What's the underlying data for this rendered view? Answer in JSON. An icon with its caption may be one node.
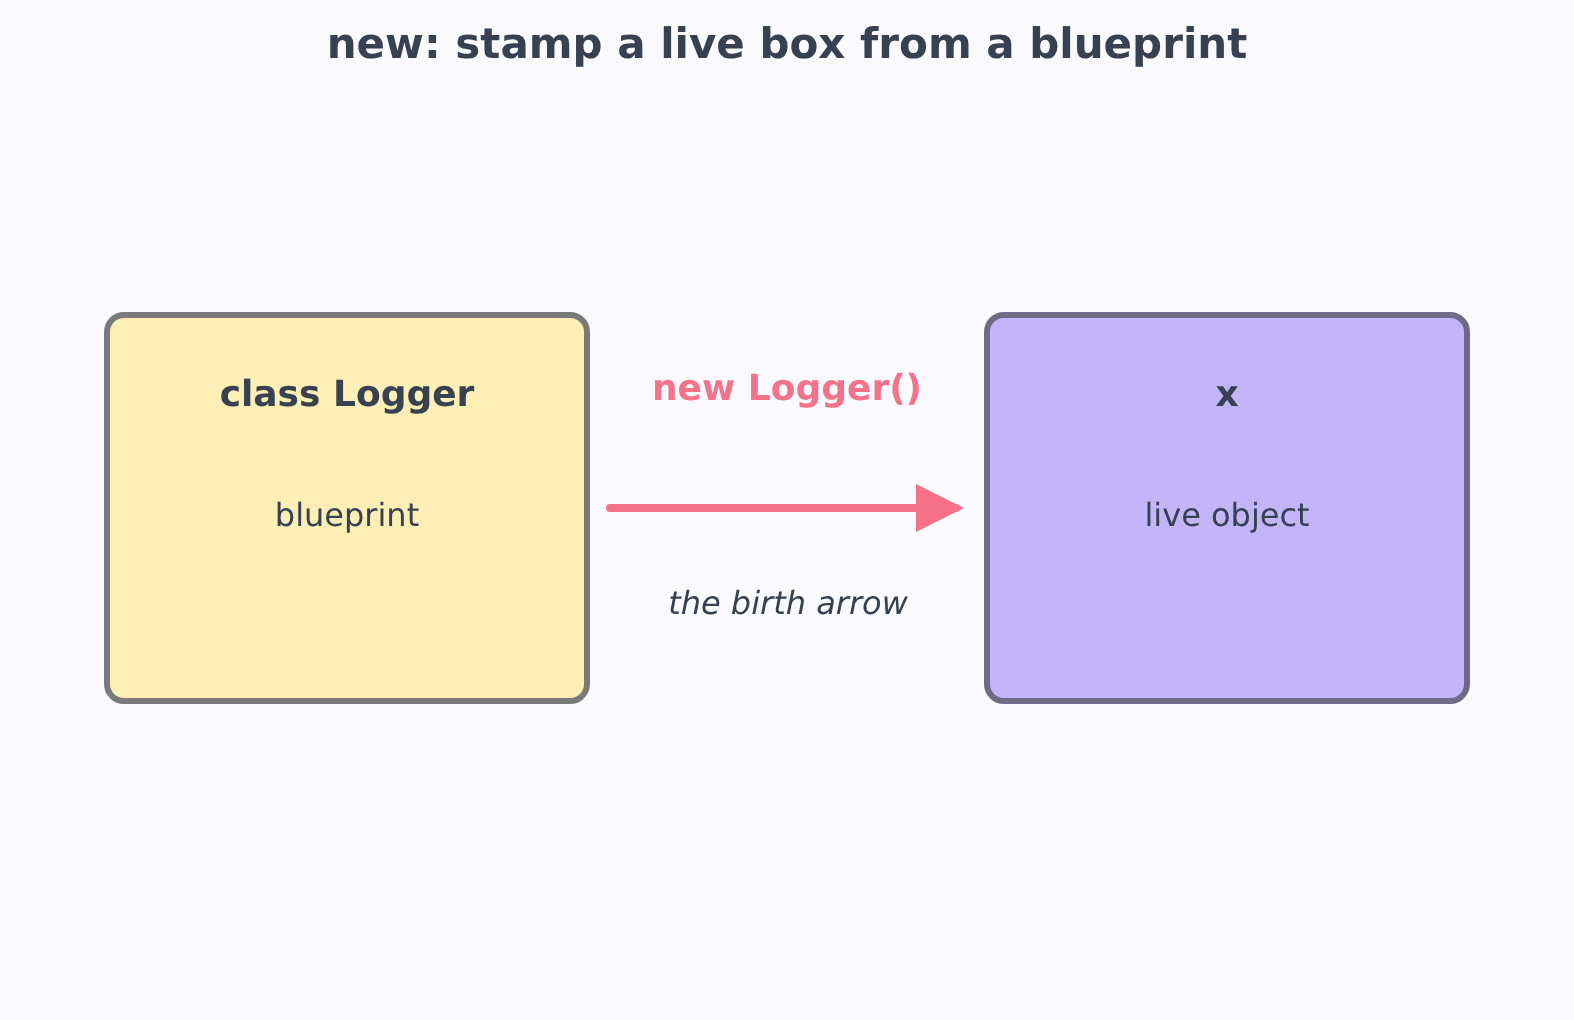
{
  "diagram": {
    "title": "new: stamp a live box from a blueprint",
    "nodes": [
      {
        "text": [
          "class Logger",
          "blueprint"
        ]
      },
      {
        "text": [
          "x",
          "live object"
        ]
      }
    ],
    "edges": [
      {
        "from": 0,
        "to": 1,
        "arrow": "to",
        "label": "new Logger()",
        "color": "#f4728a"
      }
    ],
    "labels": [
      "the birth arrow"
    ]
  }
}
